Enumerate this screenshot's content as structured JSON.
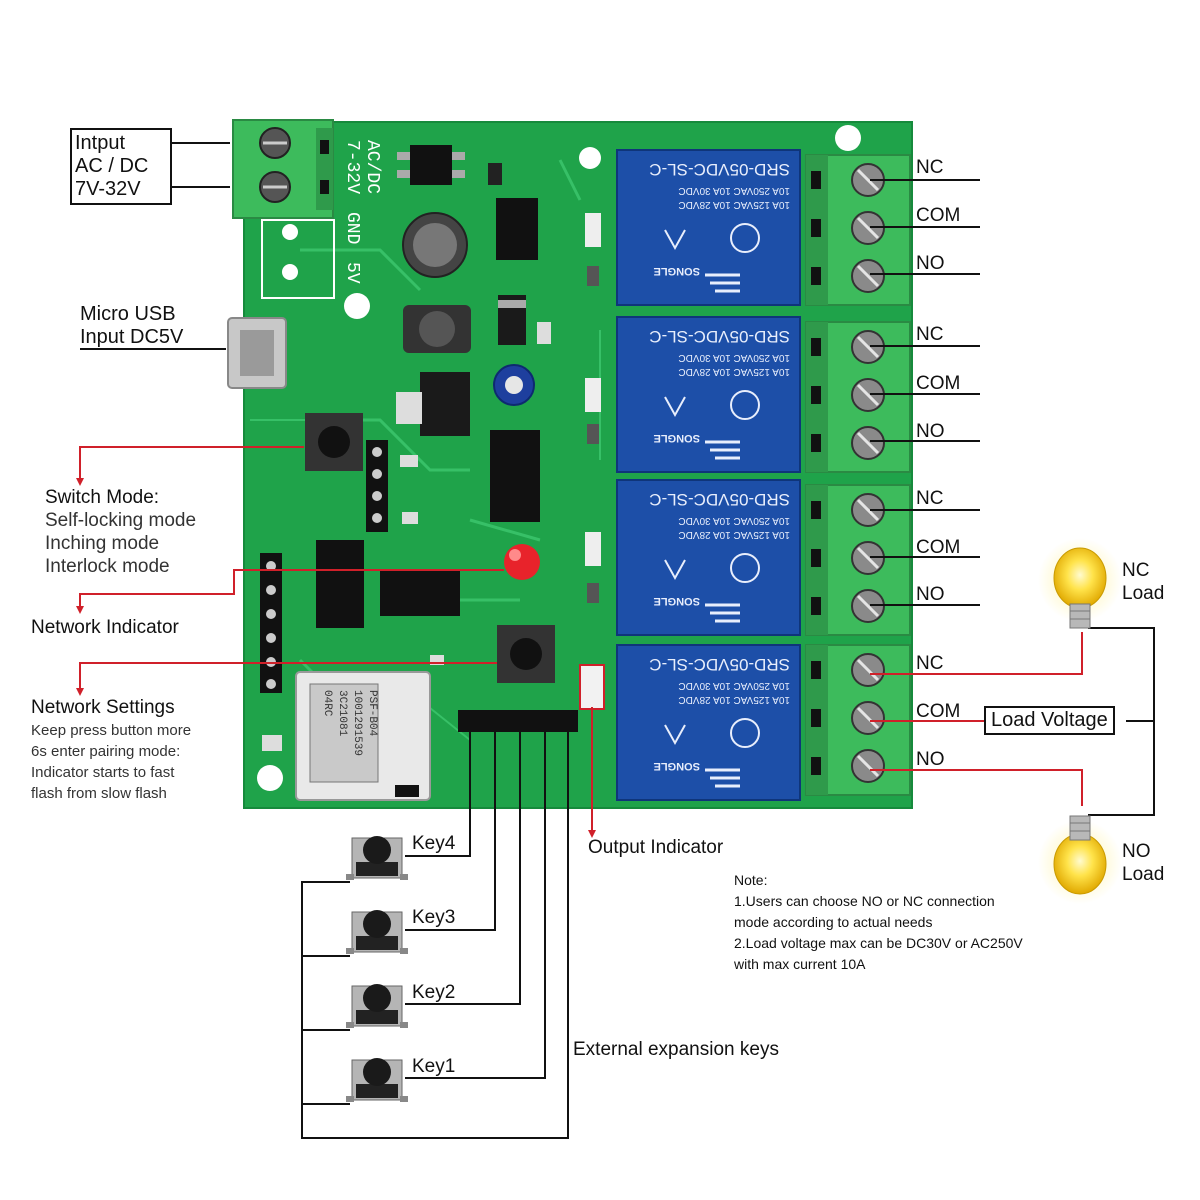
{
  "input_label": [
    "Intput",
    "AC / DC",
    "7V-32V"
  ],
  "usb_label": [
    "Micro USB",
    "Input DC5V"
  ],
  "switch_mode": {
    "title": "Switch Mode:",
    "modes": [
      "Self-locking mode",
      "Inching mode",
      "Interlock mode"
    ]
  },
  "network_indicator": "Network Indicator",
  "network_settings": {
    "title": "Network Settings",
    "lines": [
      "Keep press button more",
      "6s enter pairing mode:",
      "Indicator starts to fast",
      "flash from slow flash"
    ]
  },
  "output_indicator": "Output Indicator",
  "terminal_labels": [
    "NC",
    "COM",
    "NO"
  ],
  "relay_text": [
    "SRD-05VDC-SL-C",
    "10A 250VAC 10A 30VDC",
    "10A 125VAC 10A 28VDC",
    "SONGLE"
  ],
  "pcb_silk": [
    "AC/DC",
    "7-32V",
    "GND",
    "5V"
  ],
  "module_text": [
    "PSF-B04",
    "1001291539",
    "3C21081",
    "04RC"
  ],
  "load_voltage": "Load Voltage",
  "nc_load": [
    "NC",
    "Load"
  ],
  "no_load": [
    "NO",
    "Load"
  ],
  "note": {
    "title": "Note:",
    "lines": [
      "1.Users can choose NO or NC connection",
      "mode according to actual needs",
      "2.Load voltage max can be DC30V or AC250V",
      "with max current 10A"
    ]
  },
  "keys": [
    "Key4",
    "Key3",
    "Key2",
    "Key1"
  ],
  "external_keys": "External expansion keys",
  "colors": {
    "pcb": "#1fa34a",
    "relay": "#1d4fa8",
    "terminal": "#3dbb5c",
    "wire_red": "#d0202a",
    "bulb": "#f5c400"
  }
}
